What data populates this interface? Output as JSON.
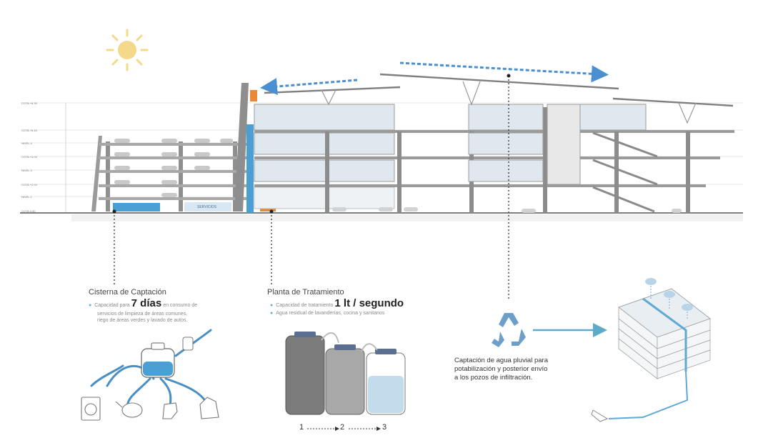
{
  "level_tags": [
    "COTA +8.35",
    "COTA +6.40",
    "NIVEL 4",
    "COTA +4.00",
    "NIVEL 3",
    "COTA +2.00",
    "NIVEL 1",
    "COTA 0.00"
  ],
  "section_label": "SERVICIOS",
  "captacion": {
    "title": "Cisterna de Captación",
    "line1_pre": "Capacidad para",
    "line1_big": "7 días",
    "line1_post": "en consumo de",
    "line2": "servicios de limpieza de áreas comunes,",
    "line3": "riego de áreas verdes y lavado de autos."
  },
  "tratamiento": {
    "title": "Planta de Tratamiento",
    "line1_pre": "Capacidad de tratamiento",
    "line1_big": "1 lt / segundo",
    "line2": "Agua residual de lavanderías, cocina y sanitarios"
  },
  "pluvial": {
    "line1": "Captación de agua pluvial para",
    "line2": "potabilización y posterior envío",
    "line3": "a los pozos de infiltración."
  },
  "stages": [
    "1",
    "2",
    "3"
  ],
  "colors": {
    "water": "#4a9fd4",
    "structure": "#8a8a8a",
    "glass": "#cfdde8",
    "accent_orange": "#e8893a",
    "sun": "#f3d27a"
  },
  "icons": [
    "sun-icon",
    "recycle-icon",
    "washing-machine-icon",
    "watering-can-icon",
    "faucet-icon",
    "toilet-icon",
    "cloud-icon"
  ]
}
